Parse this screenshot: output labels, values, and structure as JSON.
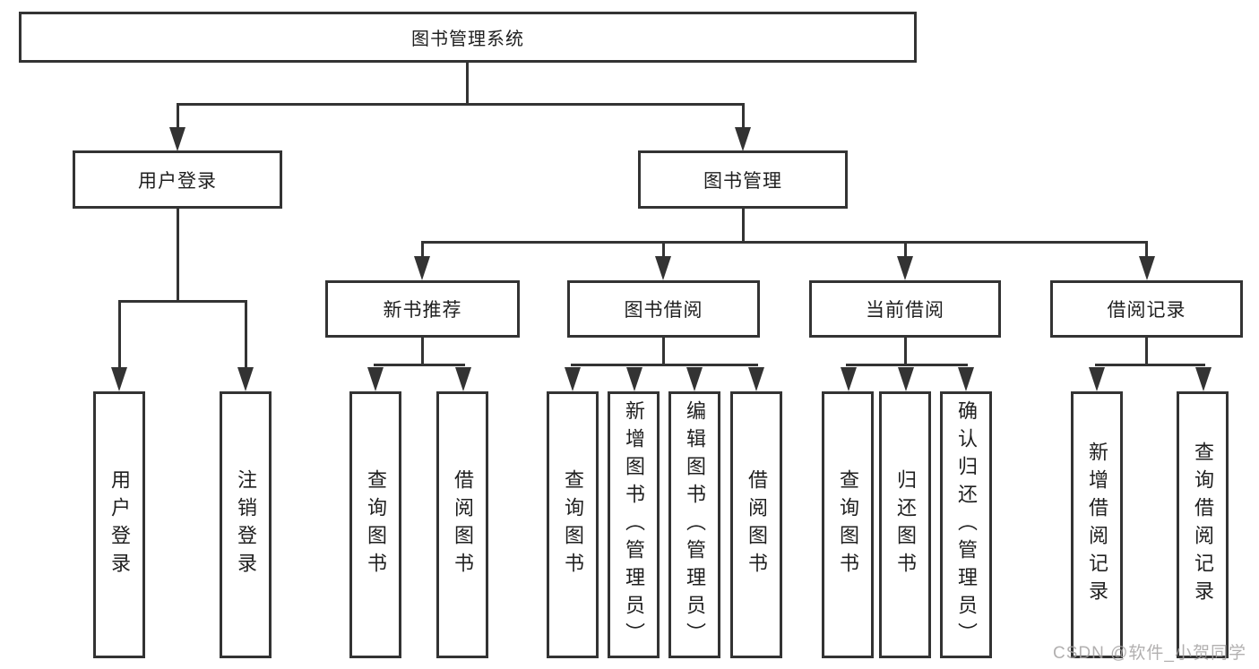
{
  "title": "图书管理系统",
  "tree": {
    "user": {
      "label": "用户登录",
      "leaves": [
        "用户登录",
        "注销登录"
      ]
    },
    "book": {
      "label": "图书管理",
      "groups": [
        {
          "label": "新书推荐",
          "leaves": [
            "查询图书",
            "借阅图书"
          ]
        },
        {
          "label": "图书借阅",
          "leaves": [
            "查询图书",
            "新增图书（管理员）",
            "编辑图书（管理员）",
            "借阅图书"
          ]
        },
        {
          "label": "当前借阅",
          "leaves": [
            "查询图书",
            "归还图书",
            "确认归还（管理员）"
          ]
        },
        {
          "label": "借阅记录",
          "leaves": [
            "新增借阅记录",
            "查询借阅记录"
          ]
        }
      ]
    }
  },
  "watermark": "CSDN @软件_小贺同学",
  "colors": {
    "line": "#333333",
    "text": "#1f1f1f",
    "watermark": "#a5a2a2",
    "background": "#ffffff"
  }
}
